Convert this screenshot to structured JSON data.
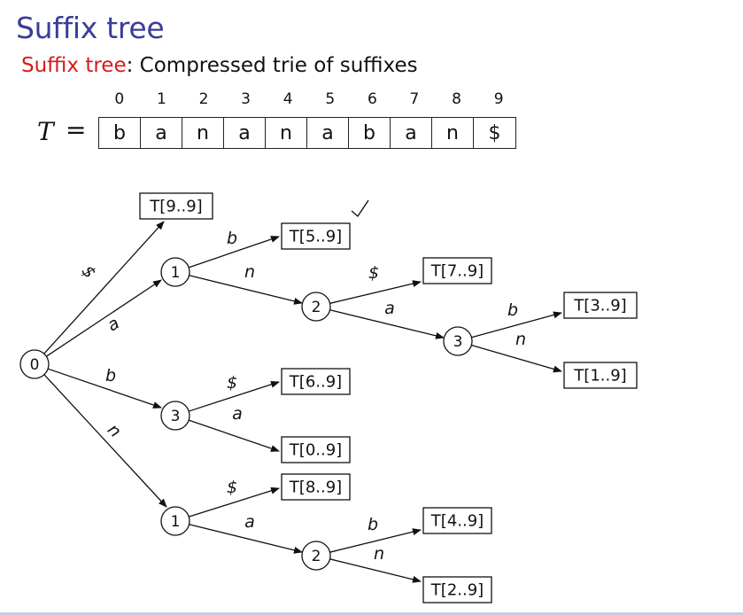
{
  "title": "Suffix tree",
  "subtitle": {
    "term": "Suffix tree",
    "definition": ": Compressed trie of suffixes"
  },
  "text": {
    "symbol": "T",
    "equals": "=",
    "indices": [
      "0",
      "1",
      "2",
      "3",
      "4",
      "5",
      "6",
      "7",
      "8",
      "9"
    ],
    "chars": [
      "b",
      "a",
      "n",
      "a",
      "n",
      "a",
      "b",
      "a",
      "n",
      "$"
    ]
  },
  "tree": {
    "nodes": [
      {
        "id": "n0",
        "label": "0"
      },
      {
        "id": "n1a",
        "label": "1"
      },
      {
        "id": "n2a",
        "label": "2"
      },
      {
        "id": "n3a",
        "label": "3"
      },
      {
        "id": "n3b",
        "label": "3"
      },
      {
        "id": "n1b",
        "label": "1"
      },
      {
        "id": "n2b",
        "label": "2"
      }
    ],
    "leaves": [
      {
        "id": "L99",
        "label": "T[9..9]"
      },
      {
        "id": "L59",
        "label": "T[5..9]"
      },
      {
        "id": "L79",
        "label": "T[7..9]"
      },
      {
        "id": "L39",
        "label": "T[3..9]"
      },
      {
        "id": "L19",
        "label": "T[1..9]"
      },
      {
        "id": "L69",
        "label": "T[6..9]"
      },
      {
        "id": "L09",
        "label": "T[0..9]"
      },
      {
        "id": "L89",
        "label": "T[8..9]"
      },
      {
        "id": "L49",
        "label": "T[4..9]"
      },
      {
        "id": "L29",
        "label": "T[2..9]"
      }
    ],
    "edges": [
      {
        "from": "n0",
        "to": "L99",
        "label": "$"
      },
      {
        "from": "n0",
        "to": "n1a",
        "label": "a"
      },
      {
        "from": "n0",
        "to": "n3b",
        "label": "b"
      },
      {
        "from": "n0",
        "to": "n1b",
        "label": "n"
      },
      {
        "from": "n1a",
        "to": "L59",
        "label": "b"
      },
      {
        "from": "n1a",
        "to": "n2a",
        "label": "n"
      },
      {
        "from": "n2a",
        "to": "L79",
        "label": "$"
      },
      {
        "from": "n2a",
        "to": "n3a",
        "label": "a"
      },
      {
        "from": "n3a",
        "to": "L39",
        "label": "b"
      },
      {
        "from": "n3a",
        "to": "L19",
        "label": "n"
      },
      {
        "from": "n3b",
        "to": "L69",
        "label": "$"
      },
      {
        "from": "n3b",
        "to": "L09",
        "label": "a"
      },
      {
        "from": "n1b",
        "to": "L89",
        "label": "$"
      },
      {
        "from": "n1b",
        "to": "n2b",
        "label": "a"
      },
      {
        "from": "n2b",
        "to": "L49",
        "label": "b"
      },
      {
        "from": "n2b",
        "to": "L29",
        "label": "n"
      }
    ]
  },
  "colors": {
    "title": "#3b3c9b",
    "highlight": "#d81a1a",
    "ink": "#111111"
  }
}
